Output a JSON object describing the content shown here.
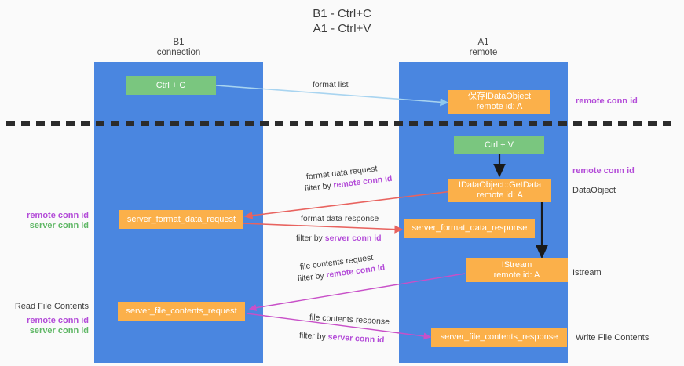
{
  "diagram": {
    "title_lines": [
      "B1 - Ctrl+C",
      "A1 - Ctrl+V"
    ],
    "background": "#fafafa",
    "colors": {
      "lane": "#4a86e0",
      "green_node": "#7ac67f",
      "orange_node": "#fbb04a",
      "purple_text": "#b34bd8",
      "green_text": "#5fb765",
      "red_arrow": "#e8635f",
      "blue_arrow": "#a8d4f0",
      "magenta_arrow": "#c850c8",
      "black_arrow": "#1a1a1a",
      "divider": "#2b2b2b"
    },
    "lanes": [
      {
        "id": "b1",
        "line1": "B1",
        "line2": "connection"
      },
      {
        "id": "a1",
        "line1": "A1",
        "line2": "remote"
      }
    ],
    "nodes": {
      "ctrl_c": {
        "label": "Ctrl + C",
        "sub": ""
      },
      "idataobject_store": {
        "label": "保存IDataObject",
        "sub": "remote id: A"
      },
      "ctrl_v": {
        "label": "Ctrl + V",
        "sub": ""
      },
      "getdata": {
        "label": "IDataObject::GetData",
        "sub": "remote id: A"
      },
      "fmt_req": {
        "label": "server_format_data_request",
        "sub": ""
      },
      "fmt_resp": {
        "label": "server_format_data_response",
        "sub": ""
      },
      "istream": {
        "label": "IStream",
        "sub": "remote id: A"
      },
      "file_req": {
        "label": "server_file_contents_request",
        "sub": ""
      },
      "file_resp": {
        "label": "server_file_contents_response",
        "sub": ""
      }
    },
    "edge_labels": {
      "format_list": "format list",
      "fmt_data_request": "format data request",
      "fmt_filter_remote_pre": "filter by ",
      "fmt_filter_remote_key": "remote conn id",
      "fmt_data_response": "format data response",
      "fmt_filter_server_pre": "filter by ",
      "fmt_filter_server_key": "server conn id",
      "file_contents_request": "file contents request",
      "file_filter_remote_pre": "filter by ",
      "file_filter_remote_key": "remote conn id",
      "file_contents_response": "file contents response",
      "file_filter_server_pre": "filter by ",
      "file_filter_server_key": "server conn id"
    },
    "side_labels": {
      "right_remote_conn_top": "remote conn id",
      "right_remote_conn_mid": "remote conn id",
      "right_dataobject": "DataObject",
      "right_istream": "Istream",
      "right_write_file": "Write File Contents",
      "left_remote_conn_mid": "remote conn id",
      "left_server_conn_mid": "server conn id",
      "left_read_file": "Read File Contents",
      "left_remote_conn_bot": "remote conn id",
      "left_server_conn_bot": "server conn id"
    }
  }
}
